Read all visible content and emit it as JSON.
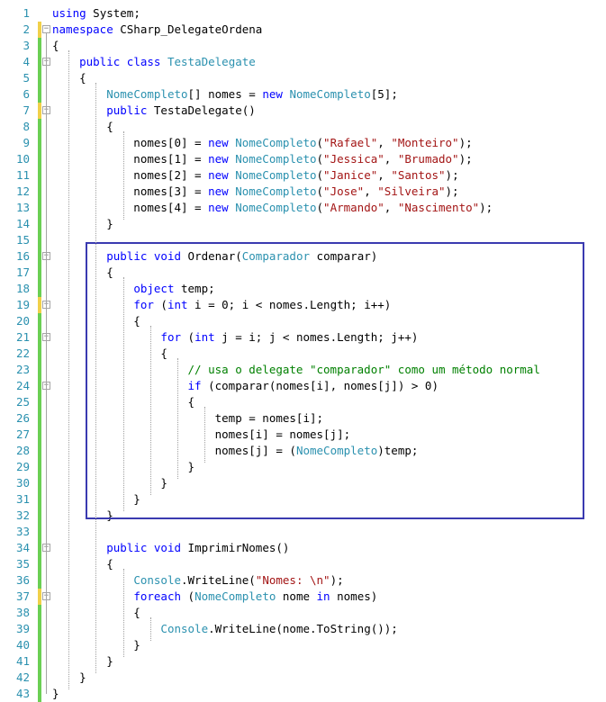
{
  "editor": {
    "colors": {
      "keyword": "#0000ff",
      "type": "#2b91af",
      "string": "#a31515",
      "comment": "#008000",
      "line_number": "#2b91af",
      "change_saved": "#6bcf54",
      "change_unsaved": "#f1d04a",
      "highlight_box": "#3a3ab0"
    },
    "lines": [
      {
        "n": "1",
        "tokens": [
          [
            "kw",
            "using"
          ],
          [
            "t",
            " System;"
          ]
        ]
      },
      {
        "n": "2",
        "tokens": [
          [
            "kw",
            "namespace"
          ],
          [
            "t",
            " CSharp_DelegateOrdena"
          ]
        ]
      },
      {
        "n": "3",
        "tokens": [
          [
            "t",
            "{"
          ]
        ]
      },
      {
        "n": "4",
        "tokens": [
          [
            "t",
            "    "
          ],
          [
            "kw",
            "public"
          ],
          [
            "t",
            " "
          ],
          [
            "kw",
            "class"
          ],
          [
            "t",
            " "
          ],
          [
            "ty",
            "TestaDelegate"
          ]
        ]
      },
      {
        "n": "5",
        "tokens": [
          [
            "t",
            "    {"
          ]
        ]
      },
      {
        "n": "6",
        "tokens": [
          [
            "t",
            "        "
          ],
          [
            "ty",
            "NomeCompleto"
          ],
          [
            "t",
            "[] nomes = "
          ],
          [
            "kw",
            "new"
          ],
          [
            "t",
            " "
          ],
          [
            "ty",
            "NomeCompleto"
          ],
          [
            "t",
            "[5];"
          ]
        ]
      },
      {
        "n": "7",
        "tokens": [
          [
            "t",
            "        "
          ],
          [
            "kw",
            "public"
          ],
          [
            "t",
            " TestaDelegate()"
          ]
        ]
      },
      {
        "n": "8",
        "tokens": [
          [
            "t",
            "        {"
          ]
        ]
      },
      {
        "n": "9",
        "tokens": [
          [
            "t",
            "            nomes[0] = "
          ],
          [
            "kw",
            "new"
          ],
          [
            "t",
            " "
          ],
          [
            "ty",
            "NomeCompleto"
          ],
          [
            "t",
            "("
          ],
          [
            "st",
            "\"Rafael\""
          ],
          [
            "t",
            ", "
          ],
          [
            "st",
            "\"Monteiro\""
          ],
          [
            "t",
            ");"
          ]
        ]
      },
      {
        "n": "10",
        "tokens": [
          [
            "t",
            "            nomes[1] = "
          ],
          [
            "kw",
            "new"
          ],
          [
            "t",
            " "
          ],
          [
            "ty",
            "NomeCompleto"
          ],
          [
            "t",
            "("
          ],
          [
            "st",
            "\"Jessica\""
          ],
          [
            "t",
            ", "
          ],
          [
            "st",
            "\"Brumado\""
          ],
          [
            "t",
            ");"
          ]
        ]
      },
      {
        "n": "11",
        "tokens": [
          [
            "t",
            "            nomes[2] = "
          ],
          [
            "kw",
            "new"
          ],
          [
            "t",
            " "
          ],
          [
            "ty",
            "NomeCompleto"
          ],
          [
            "t",
            "("
          ],
          [
            "st",
            "\"Janice\""
          ],
          [
            "t",
            ", "
          ],
          [
            "st",
            "\"Santos\""
          ],
          [
            "t",
            ");"
          ]
        ]
      },
      {
        "n": "12",
        "tokens": [
          [
            "t",
            "            nomes[3] = "
          ],
          [
            "kw",
            "new"
          ],
          [
            "t",
            " "
          ],
          [
            "ty",
            "NomeCompleto"
          ],
          [
            "t",
            "("
          ],
          [
            "st",
            "\"Jose\""
          ],
          [
            "t",
            ", "
          ],
          [
            "st",
            "\"Silveira\""
          ],
          [
            "t",
            ");"
          ]
        ]
      },
      {
        "n": "13",
        "tokens": [
          [
            "t",
            "            nomes[4] = "
          ],
          [
            "kw",
            "new"
          ],
          [
            "t",
            " "
          ],
          [
            "ty",
            "NomeCompleto"
          ],
          [
            "t",
            "("
          ],
          [
            "st",
            "\"Armando\""
          ],
          [
            "t",
            ", "
          ],
          [
            "st",
            "\"Nascimento\""
          ],
          [
            "t",
            ");"
          ]
        ]
      },
      {
        "n": "14",
        "tokens": [
          [
            "t",
            "        }"
          ]
        ]
      },
      {
        "n": "15",
        "tokens": []
      },
      {
        "n": "16",
        "tokens": [
          [
            "t",
            "        "
          ],
          [
            "kw",
            "public"
          ],
          [
            "t",
            " "
          ],
          [
            "kw",
            "void"
          ],
          [
            "t",
            " Ordenar("
          ],
          [
            "ty",
            "Comparador"
          ],
          [
            "t",
            " comparar)"
          ]
        ]
      },
      {
        "n": "17",
        "tokens": [
          [
            "t",
            "        {"
          ]
        ]
      },
      {
        "n": "18",
        "tokens": [
          [
            "t",
            "            "
          ],
          [
            "kw",
            "object"
          ],
          [
            "t",
            " temp;"
          ]
        ]
      },
      {
        "n": "19",
        "tokens": [
          [
            "t",
            "            "
          ],
          [
            "kw",
            "for"
          ],
          [
            "t",
            " ("
          ],
          [
            "kw",
            "int"
          ],
          [
            "t",
            " i = 0; i < nomes.Length; i++)"
          ]
        ]
      },
      {
        "n": "20",
        "tokens": [
          [
            "t",
            "            {"
          ]
        ]
      },
      {
        "n": "21",
        "tokens": [
          [
            "t",
            "                "
          ],
          [
            "kw",
            "for"
          ],
          [
            "t",
            " ("
          ],
          [
            "kw",
            "int"
          ],
          [
            "t",
            " j = i; j < nomes.Length; j++)"
          ]
        ]
      },
      {
        "n": "22",
        "tokens": [
          [
            "t",
            "                {"
          ]
        ]
      },
      {
        "n": "23",
        "tokens": [
          [
            "t",
            "                    "
          ],
          [
            "cm",
            "// usa o delegate \"comparador\" como um método normal"
          ]
        ]
      },
      {
        "n": "24",
        "tokens": [
          [
            "t",
            "                    "
          ],
          [
            "kw",
            "if"
          ],
          [
            "t",
            " (comparar(nomes[i], nomes[j]) > 0)"
          ]
        ]
      },
      {
        "n": "25",
        "tokens": [
          [
            "t",
            "                    {"
          ]
        ]
      },
      {
        "n": "26",
        "tokens": [
          [
            "t",
            "                        temp = nomes[i];"
          ]
        ]
      },
      {
        "n": "27",
        "tokens": [
          [
            "t",
            "                        nomes[i] = nomes[j];"
          ]
        ]
      },
      {
        "n": "28",
        "tokens": [
          [
            "t",
            "                        nomes[j] = ("
          ],
          [
            "ty",
            "NomeCompleto"
          ],
          [
            "t",
            ")temp;"
          ]
        ]
      },
      {
        "n": "29",
        "tokens": [
          [
            "t",
            "                    }"
          ]
        ]
      },
      {
        "n": "30",
        "tokens": [
          [
            "t",
            "                }"
          ]
        ]
      },
      {
        "n": "31",
        "tokens": [
          [
            "t",
            "            }"
          ]
        ]
      },
      {
        "n": "32",
        "tokens": [
          [
            "t",
            "        }"
          ]
        ]
      },
      {
        "n": "33",
        "tokens": []
      },
      {
        "n": "34",
        "tokens": [
          [
            "t",
            "        "
          ],
          [
            "kw",
            "public"
          ],
          [
            "t",
            " "
          ],
          [
            "kw",
            "void"
          ],
          [
            "t",
            " ImprimirNomes()"
          ]
        ]
      },
      {
        "n": "35",
        "tokens": [
          [
            "t",
            "        {"
          ]
        ]
      },
      {
        "n": "36",
        "tokens": [
          [
            "t",
            "            "
          ],
          [
            "ty",
            "Console"
          ],
          [
            "t",
            ".WriteLine("
          ],
          [
            "st",
            "\"Nomes: \\n\""
          ],
          [
            "t",
            ");"
          ]
        ]
      },
      {
        "n": "37",
        "tokens": [
          [
            "t",
            "            "
          ],
          [
            "kw",
            "foreach"
          ],
          [
            "t",
            " ("
          ],
          [
            "ty",
            "NomeCompleto"
          ],
          [
            "t",
            " nome "
          ],
          [
            "kw",
            "in"
          ],
          [
            "t",
            " nomes)"
          ]
        ]
      },
      {
        "n": "38",
        "tokens": [
          [
            "t",
            "            {"
          ]
        ]
      },
      {
        "n": "39",
        "tokens": [
          [
            "t",
            "                "
          ],
          [
            "ty",
            "Console"
          ],
          [
            "t",
            ".WriteLine(nome.ToString());"
          ]
        ]
      },
      {
        "n": "40",
        "tokens": [
          [
            "t",
            "            }"
          ]
        ]
      },
      {
        "n": "41",
        "tokens": [
          [
            "t",
            "        }"
          ]
        ]
      },
      {
        "n": "42",
        "tokens": [
          [
            "t",
            "    }"
          ]
        ]
      },
      {
        "n": "43",
        "tokens": [
          [
            "t",
            "}"
          ]
        ]
      }
    ]
  }
}
